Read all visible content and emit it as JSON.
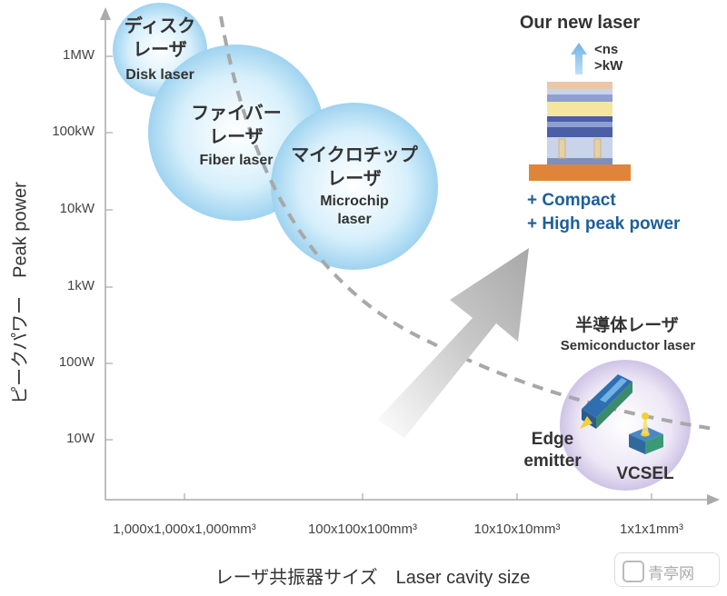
{
  "y_axis": {
    "label": "ピークパワー　Peak power",
    "ticks": [
      "1MW",
      "100kW",
      "10kW",
      "1kW",
      "100W",
      "10W"
    ]
  },
  "x_axis": {
    "label": "レーザ共振器サイズ　Laser cavity size",
    "ticks": [
      "1,000x1,000x1,000mm³",
      "100x100x100mm³",
      "10x10x10mm³",
      "1x1x1mm³"
    ]
  },
  "bubbles": {
    "disk": {
      "jp1": "ディスク",
      "jp2": "レーザ",
      "en": "Disk laser"
    },
    "fiber": {
      "jp1": "ファイバー",
      "jp2": "レーザ",
      "en": "Fiber laser"
    },
    "microchip": {
      "jp1": "マイクロチップ",
      "jp2": "レーザ",
      "en1": "Microchip",
      "en2": "laser"
    }
  },
  "new_laser": {
    "title": "Our new laser",
    "spec1": "<ns",
    "spec2": ">kW",
    "benefit1": "+ Compact",
    "benefit2": "+ High peak power"
  },
  "semiconductor": {
    "jp": "半導体レーザ",
    "en": "Semiconductor laser",
    "edge1": "Edge",
    "edge2": "emitter",
    "vcsel": "VCSEL"
  },
  "watermark": "青亭网",
  "colors": {
    "bubble": "#bfe3f7",
    "accent_blue": "#1d5f9a",
    "arrow_gray": "#b8b8b8",
    "semiconductor_bubble": "#e3dcf1",
    "substrate_orange": "#e0843a"
  }
}
